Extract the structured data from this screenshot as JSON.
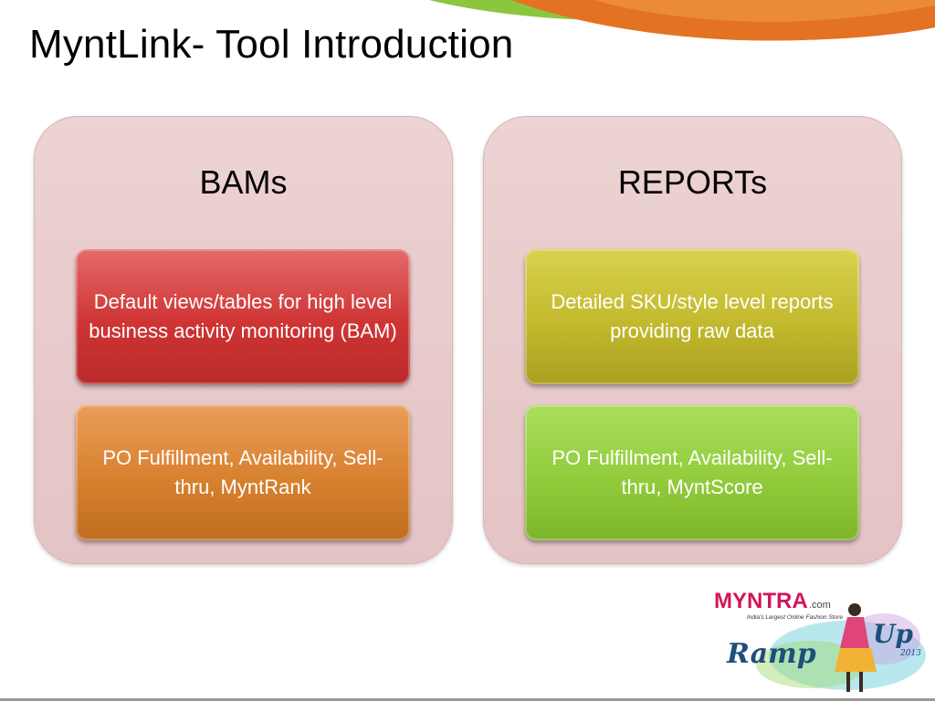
{
  "slide": {
    "title": "MyntLink- Tool Introduction"
  },
  "columns": [
    {
      "heading": "BAMs",
      "boxes": [
        {
          "text": "Default views/tables for high level business activity monitoring (BAM)",
          "color": "#cf3434"
        },
        {
          "text": "PO Fulfillment, Availability, Sell-thru, MyntRank",
          "color": "#d7812f"
        }
      ]
    },
    {
      "heading": "REPORTs",
      "boxes": [
        {
          "text": "Detailed SKU/style level reports providing raw data",
          "color": "#c3b92e"
        },
        {
          "text": "PO Fulfillment, Availability, Sell-thru, MyntScore",
          "color": "#92cc3c"
        }
      ]
    }
  ],
  "logo": {
    "brand": "MYNTRA",
    "domain": ".com",
    "tagline": "India's Largest Online Fashion Store",
    "ramp": "Ramp",
    "up": "Up",
    "year": "2013"
  },
  "colors": {
    "panel": "#e8c9ca",
    "swoosh_green": "#8cc63f",
    "swoosh_orange": "#e37222"
  }
}
